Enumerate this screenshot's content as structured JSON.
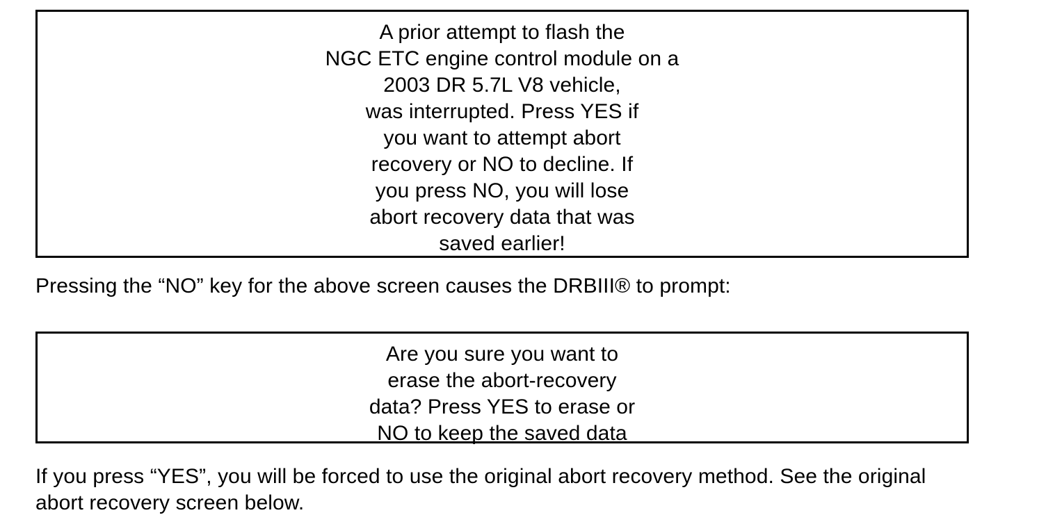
{
  "document": {
    "background_color": "#ffffff",
    "text_color": "#000000",
    "border_color": "#000000"
  },
  "screen_box_1": {
    "name": "abort-recovery-prompt-screen",
    "lines": [
      "A prior attempt to flash the",
      "NGC ETC engine control module on a",
      "2003 DR 5.7L V8 vehicle,",
      "was interrupted. Press YES if",
      "you want to attempt abort",
      "recovery or NO to decline. If",
      "you press NO, you will lose",
      "abort recovery data that was",
      "saved earlier!"
    ]
  },
  "paragraph_1": {
    "text": "Pressing the “NO” key for the above screen causes the DRBIII® to prompt:"
  },
  "screen_box_2": {
    "name": "erase-confirmation-screen",
    "lines": [
      "Are you sure you want to",
      "erase the abort-recovery",
      "data? Press YES to erase or",
      "NO to keep the saved data"
    ]
  },
  "paragraph_2": {
    "text": "If you press “YES”, you will be forced to use the original abort recovery method. See the original abort recovery screen below."
  }
}
